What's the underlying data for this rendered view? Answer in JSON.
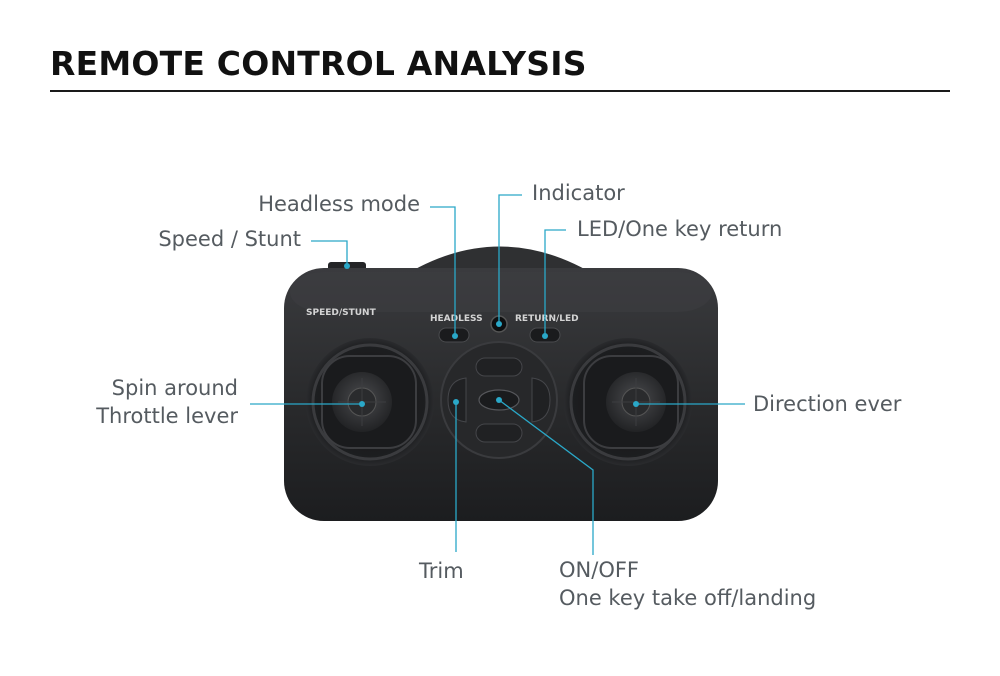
{
  "title": "REMOTE CONTROL ANALYSIS",
  "colors": {
    "callout_line": "#2aa8c8",
    "label_text": "#555b60",
    "body_dark": "#2b2c2e"
  },
  "controller_labels": {
    "speed_stunt": "SPEED/STUNT",
    "headless": "HEADLESS",
    "return_led": "RETURN/LED"
  },
  "callouts": {
    "headless_mode": "Headless mode",
    "speed_stunt": "Speed / Stunt",
    "indicator": "Indicator",
    "led_return": "LED/One key return",
    "spin_line1": "Spin around",
    "spin_line2": "Throttle lever",
    "direction": "Direction ever",
    "trim": "Trim",
    "onoff_line1": "ON/OFF",
    "onoff_line2": "One key take off/landing"
  }
}
